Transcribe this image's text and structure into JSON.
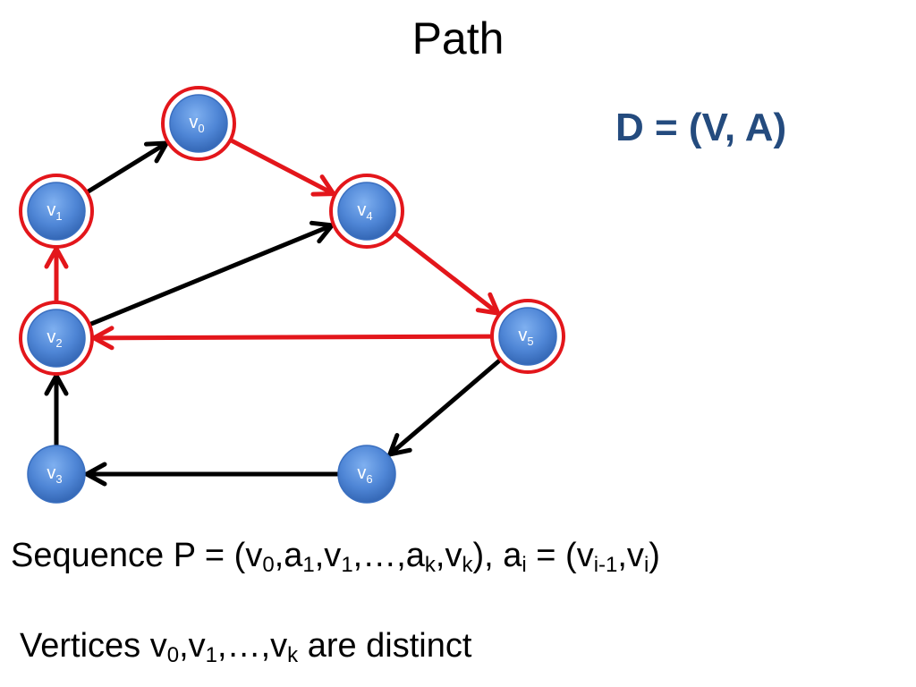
{
  "slide": {
    "title": "Path",
    "digraph_label": "D = (V, A)",
    "sequence": {
      "prefix": "Sequence P = (v",
      "s0": "0",
      "c1": ",a",
      "s1": "1",
      "c2": ",v",
      "s2": "1",
      "c3": ",…,a",
      "s3": "k",
      "c4": ",v",
      "s4": "k",
      "c5": "), a",
      "s5": "i",
      "c6": " = (v",
      "s6": "i-1",
      "c7": ",v",
      "s7": "i",
      "suffix": ")"
    },
    "distinct": {
      "prefix": "Vertices v",
      "s0": "0",
      "c1": ",v",
      "s1": "1",
      "c2": ",…,v",
      "s2": "k",
      "suffix": " are distinct"
    }
  },
  "graph": {
    "colors": {
      "node": "#4f86d6",
      "highlight": "#e3161b",
      "edge": "#000000"
    },
    "nodes": [
      {
        "id": "v0",
        "label": "v",
        "sub": "0",
        "highlighted": true
      },
      {
        "id": "v1",
        "label": "v",
        "sub": "1",
        "highlighted": true
      },
      {
        "id": "v2",
        "label": "v",
        "sub": "2",
        "highlighted": true
      },
      {
        "id": "v3",
        "label": "v",
        "sub": "3",
        "highlighted": false
      },
      {
        "id": "v4",
        "label": "v",
        "sub": "4",
        "highlighted": true
      },
      {
        "id": "v5",
        "label": "v",
        "sub": "5",
        "highlighted": true
      },
      {
        "id": "v6",
        "label": "v",
        "sub": "6",
        "highlighted": false
      }
    ],
    "edges": [
      {
        "from": "v1",
        "to": "v0",
        "highlighted": false
      },
      {
        "from": "v0",
        "to": "v4",
        "highlighted": true
      },
      {
        "from": "v2",
        "to": "v1",
        "highlighted": true
      },
      {
        "from": "v2",
        "to": "v4",
        "highlighted": false
      },
      {
        "from": "v4",
        "to": "v5",
        "highlighted": true
      },
      {
        "from": "v5",
        "to": "v2",
        "highlighted": true
      },
      {
        "from": "v5",
        "to": "v6",
        "highlighted": false
      },
      {
        "from": "v6",
        "to": "v3",
        "highlighted": false
      },
      {
        "from": "v3",
        "to": "v2",
        "highlighted": false
      }
    ]
  }
}
